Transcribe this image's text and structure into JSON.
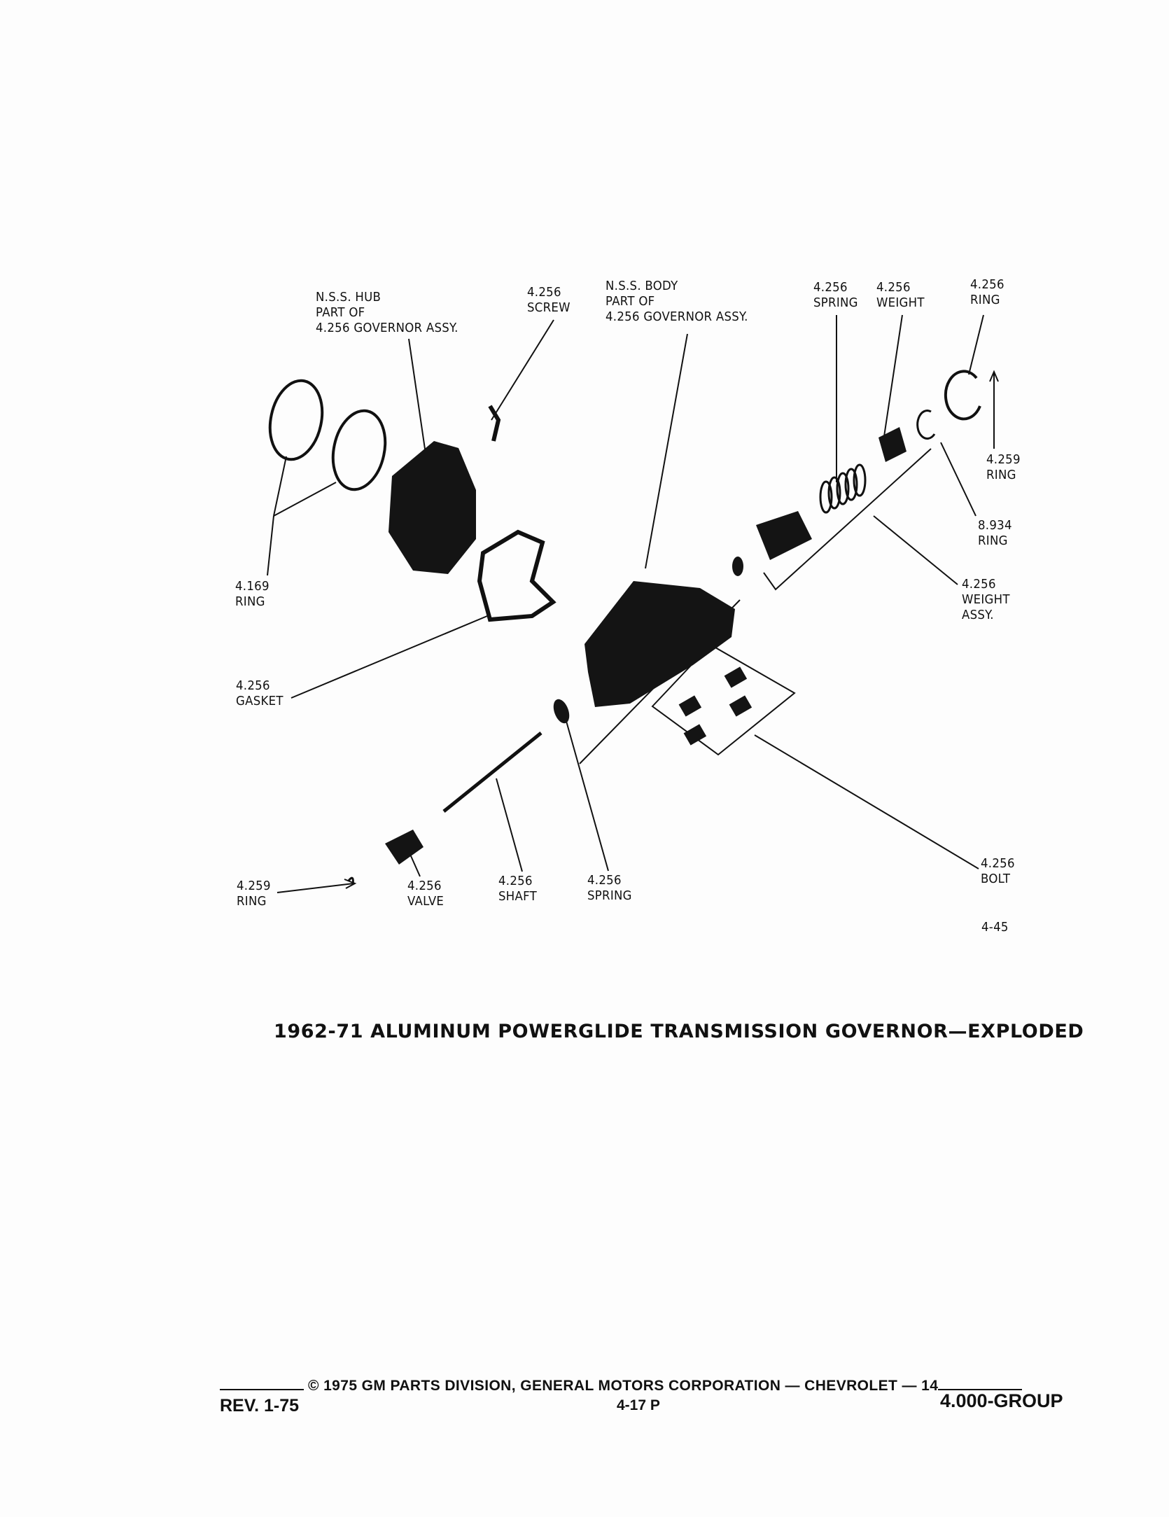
{
  "diagram": {
    "labels": {
      "hub": {
        "line1": "N.S.S. HUB",
        "line2": "PART OF",
        "line3": "4.256 GOVERNOR ASSY."
      },
      "screw": {
        "num": "4.256",
        "name": "SCREW"
      },
      "body": {
        "line1": "N.S.S. BODY",
        "line2": "PART OF",
        "line3": "4.256 GOVERNOR ASSY."
      },
      "spring_top": {
        "num": "4.256",
        "name": "SPRING"
      },
      "weight": {
        "num": "4.256",
        "name": "WEIGHT"
      },
      "ring_top": {
        "num": "4.256",
        "name": "RING"
      },
      "ring_4259_top": {
        "num": "4.259",
        "name": "RING"
      },
      "ring_8934": {
        "num": "8.934",
        "name": "RING"
      },
      "weight_assy": {
        "num": "4.256",
        "name1": "WEIGHT",
        "name2": "ASSY."
      },
      "ring_4169": {
        "num": "4.169",
        "name": "RING"
      },
      "gasket": {
        "num": "4.256",
        "name": "GASKET"
      },
      "ring_4259_bottom": {
        "num": "4.259",
        "name": "RING"
      },
      "valve": {
        "num": "4.256",
        "name": "VALVE"
      },
      "shaft": {
        "num": "4.256",
        "name": "SHAFT"
      },
      "spring_bottom": {
        "num": "4.256",
        "name": "SPRING"
      },
      "bolt": {
        "num": "4.256",
        "name": "BOLT"
      }
    },
    "figure_number": "4-45"
  },
  "title": "1962-71 ALUMINUM POWERGLIDE TRANSMISSION GOVERNOR—EXPLODED",
  "footer": {
    "copyright": "© 1975 GM PARTS DIVISION, GENERAL MOTORS CORPORATION — CHEVROLET — 14",
    "revision": "REV. 1-75",
    "page": "4-17 P",
    "group": "4.000-GROUP"
  }
}
